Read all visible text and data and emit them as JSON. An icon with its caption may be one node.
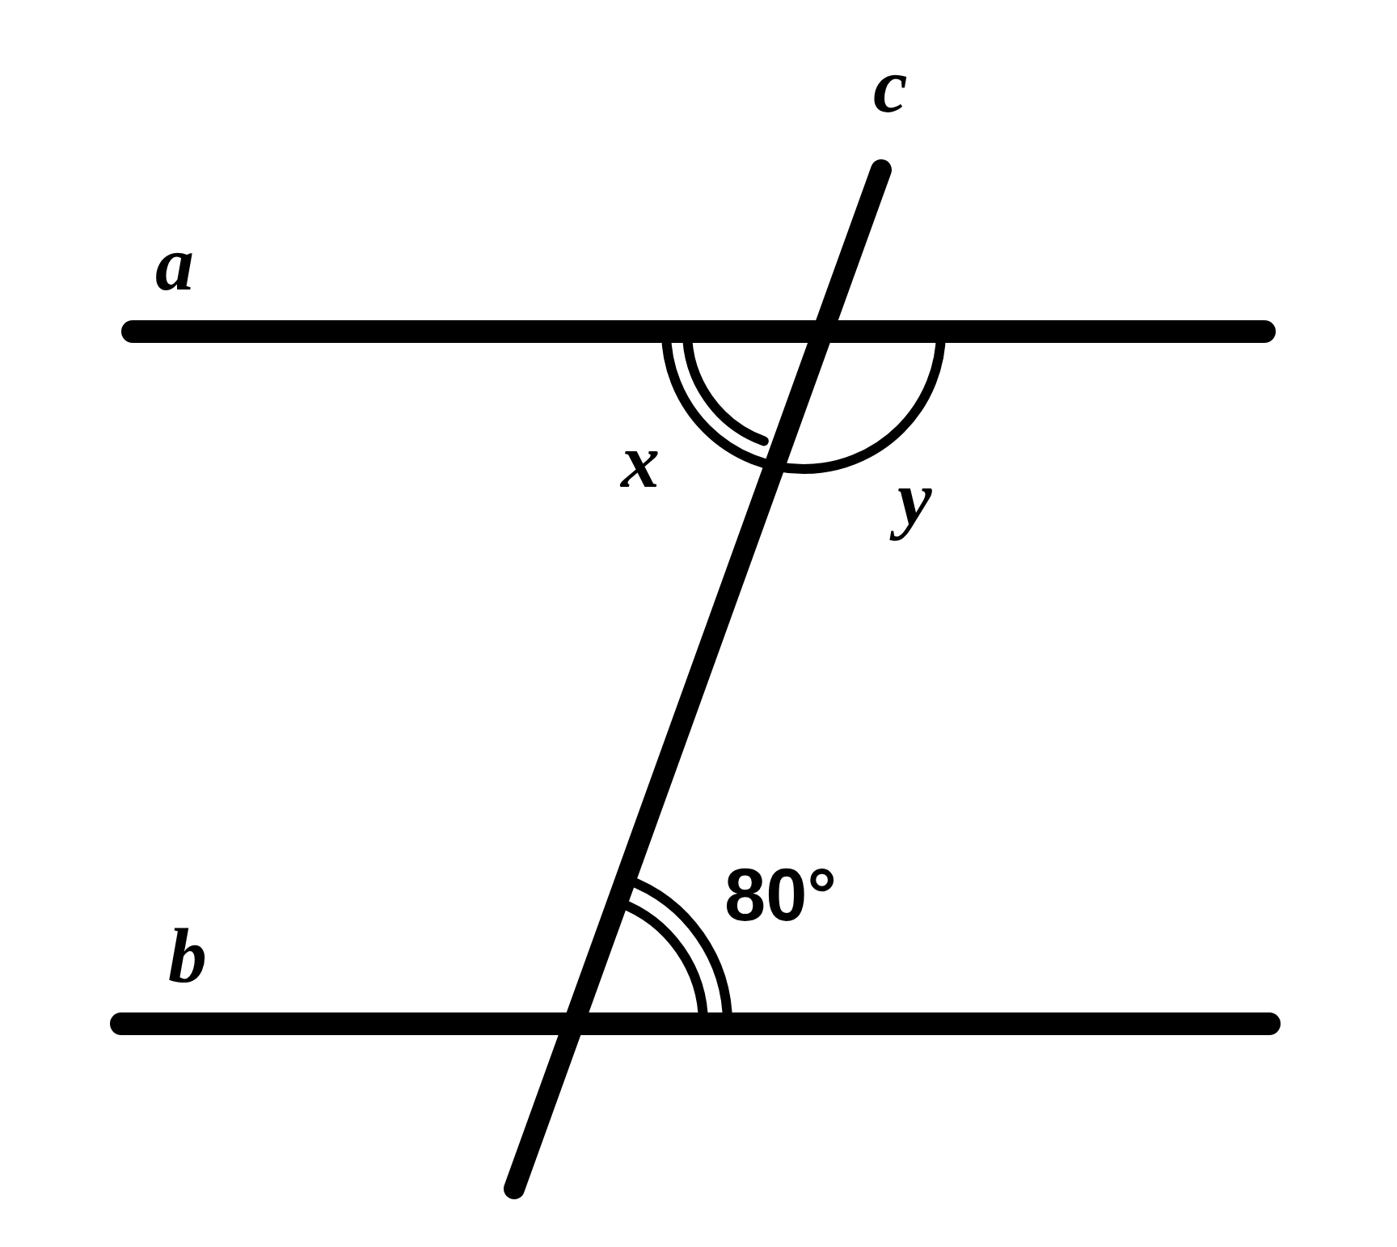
{
  "diagram": {
    "labels": [
      "c",
      "a",
      "x",
      "y",
      "80°",
      "b"
    ]
  }
}
